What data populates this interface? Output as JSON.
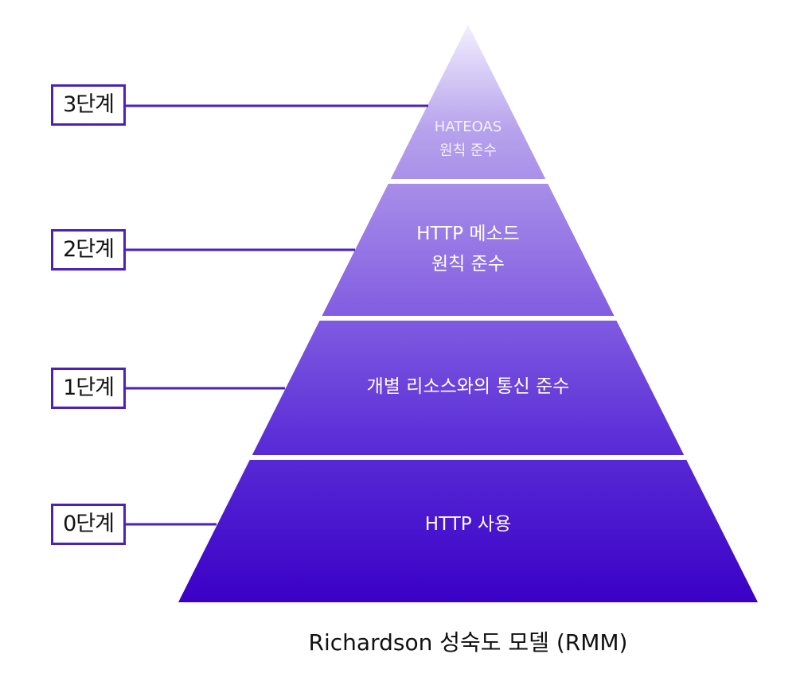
{
  "levels": [
    {
      "label": "3단계",
      "text_line1": "HATEOAS",
      "text_line2": "원칙 준수"
    },
    {
      "label": "2단계",
      "text_line1": "HTTP 메소드",
      "text_line2": "원칙 준수"
    },
    {
      "label": "1단계",
      "text_line1": "개별 리소스와의 통신 준수"
    },
    {
      "label": "0단계",
      "text_line1": "HTTP 사용"
    }
  ],
  "caption": "Richardson 성숙도 모델 (RMM)",
  "colors": {
    "pyramid_top": "#efe9fb",
    "pyramid_bottom": "#3a00c6",
    "connector": "#4a22b8",
    "divider": "#ffffff"
  }
}
